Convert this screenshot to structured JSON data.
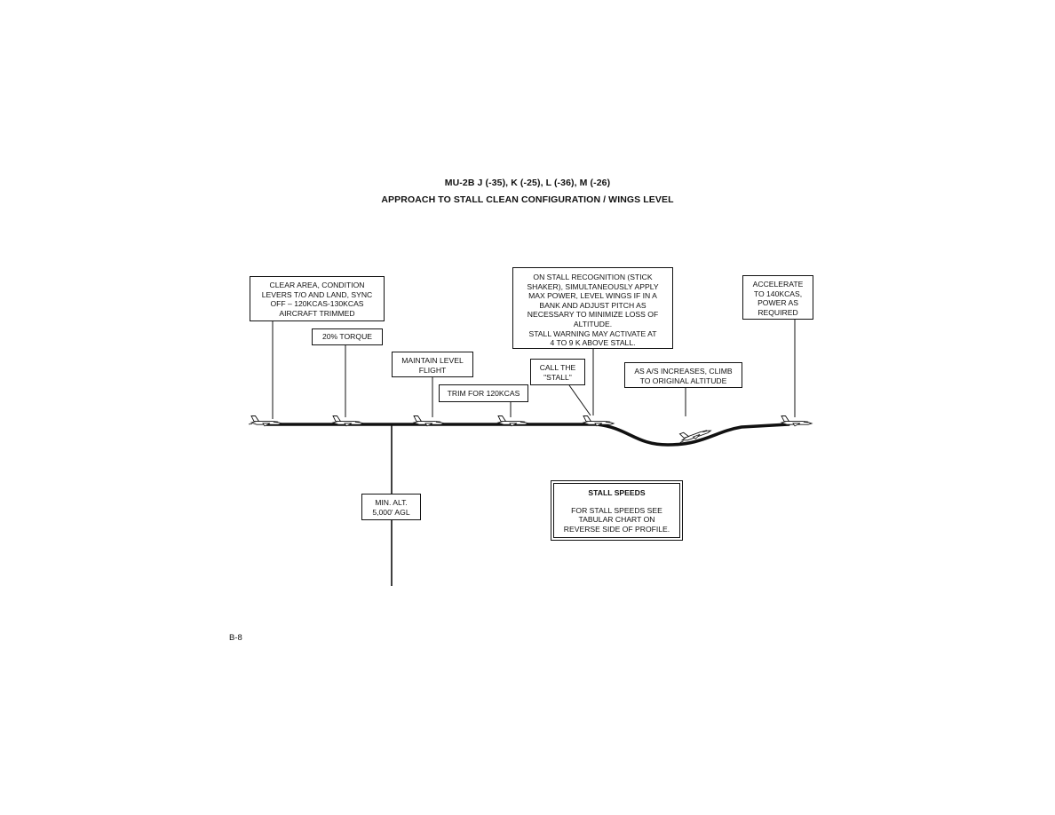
{
  "header": {
    "model_line": "MU-2B J (-35), K (-25), L (-36), M (-26)",
    "procedure_title": "APPROACH TO STALL CLEAN CONFIGURATION / WINGS LEVEL"
  },
  "callouts": {
    "clear_area": "CLEAR AREA, CONDITION\nLEVERS T/O AND LAND, SYNC\nOFF – 120KCAS-130KCAS\nAIRCRAFT TRIMMED",
    "torque": "20% TORQUE",
    "maintain_level": "MAINTAIN LEVEL\nFLIGHT",
    "trim": "TRIM FOR 120KCAS",
    "call_stall": "CALL THE\n\"STALL\"",
    "stall_recognition": "ON STALL RECOGNITION (STICK\nSHAKER), SIMULTANEOUSLY APPLY\nMAX POWER, LEVEL WINGS IF IN A\nBANK AND ADJUST PITCH AS\nNECESSARY TO MINIMIZE LOSS OF\nALTITUDE.\nSTALL WARNING MAY ACTIVATE AT\n4 TO 9 K ABOVE STALL.",
    "climb": "AS A/S INCREASES, CLIMB\nTO ORIGINAL ALTITUDE",
    "accelerate": "ACCELERATE\nTO 140KCAS,\nPOWER AS\nREQUIRED",
    "min_alt": "MIN. ALT.\n5,000' AGL"
  },
  "stall_speeds": {
    "heading": "STALL SPEEDS",
    "body": "FOR STALL SPEEDS SEE\nTABULAR  CHART ON\nREVERSE SIDE OF PROFILE."
  },
  "footer": {
    "page_number": "B-8"
  },
  "colors": {
    "ink": "#111111"
  },
  "icons": {
    "aircraft": "airplane-icon"
  }
}
